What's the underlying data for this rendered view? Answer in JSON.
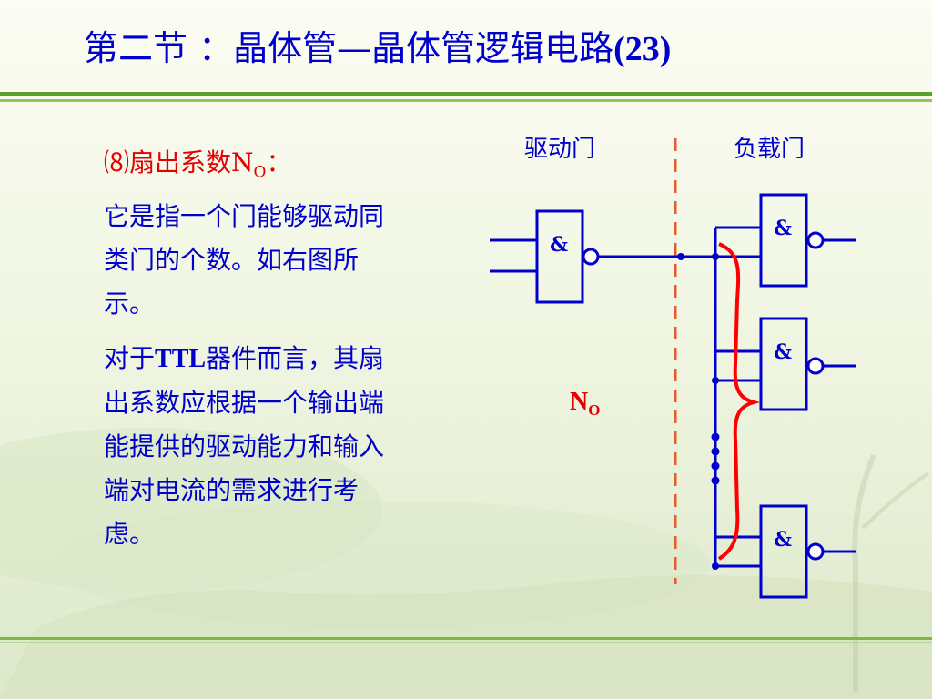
{
  "slide": {
    "title_main": "第二节  ：晶体管—晶体管逻辑电路",
    "title_num": "(23)"
  },
  "text": {
    "heading_prefix": "⑻扇出系数N",
    "heading_sub": "O",
    "heading_suffix": "：",
    "para1": "它是指一个门能够驱动同类门的个数。如右图所示。",
    "para2_a": "对于",
    "para2_b": "TTL",
    "para2_c": "器件而言，其扇出系数应根据一个输出端能提供的驱动能力和输入端对电流的需求进行考虑。"
  },
  "diagram": {
    "driver_label": "驱动门",
    "load_label": "负载门",
    "gate_symbol": "&",
    "no_main": "N",
    "no_sub": "O",
    "colors": {
      "wire": "#0000cc",
      "brace": "#ff0000",
      "divider": "#e65c2e",
      "text": "#0000cc"
    }
  }
}
